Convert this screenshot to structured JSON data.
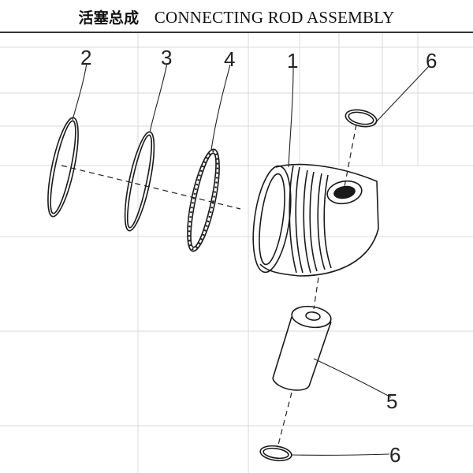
{
  "header": {
    "title_cn": "活塞总成",
    "title_en": "CONNECTING ROD ASSEMBLY"
  },
  "callouts": [
    {
      "id": "piston",
      "number": "1"
    },
    {
      "id": "ring-2",
      "number": "2"
    },
    {
      "id": "ring-3",
      "number": "3"
    },
    {
      "id": "oil-ring-4",
      "number": "4"
    },
    {
      "id": "piston-pin",
      "number": "5"
    },
    {
      "id": "snap-ring-top",
      "number": "6"
    },
    {
      "id": "snap-ring-bottom",
      "number": "6"
    }
  ]
}
